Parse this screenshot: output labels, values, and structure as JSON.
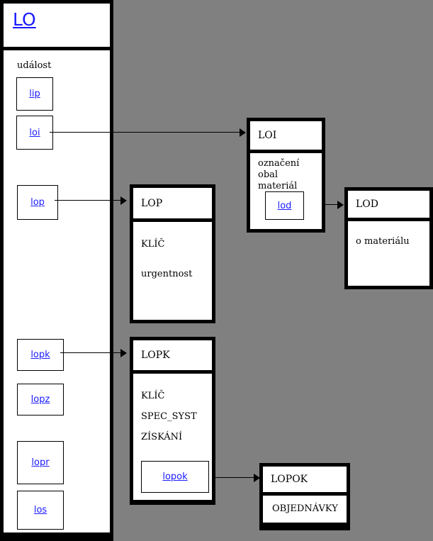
{
  "diagram": {
    "title": "LO",
    "background_color": "#808080",
    "panel_label": "událost",
    "link_color": "#1a1aff"
  },
  "left_panel": {
    "title_link": "LO",
    "section_label": "událost",
    "items": [
      {
        "label": "lip"
      },
      {
        "label": "loi"
      },
      {
        "label": "lop"
      },
      {
        "label": "lopk"
      },
      {
        "label": "lopz"
      },
      {
        "label": "lopr"
      },
      {
        "label": "los"
      }
    ]
  },
  "entities": [
    {
      "name": "LOI",
      "attributes": [
        "označení",
        "obal",
        "materiál"
      ],
      "nested_link": "lod"
    },
    {
      "name": "LOD",
      "attributes": [
        "o materiálu"
      ],
      "nested_link": null
    },
    {
      "name": "LOP",
      "attributes": [
        "KLÍČ",
        "urgentnost"
      ],
      "nested_link": null
    },
    {
      "name": "LOPK",
      "attributes": [
        "KLÍČ",
        "SPEC_SYST",
        "ZÍSKÁNÍ"
      ],
      "nested_link": "lopok"
    },
    {
      "name": "LOPOK",
      "attributes": [
        "OBJEDNÁVKY"
      ],
      "nested_link": null
    }
  ],
  "connections": [
    {
      "from": "loi",
      "to": "LOI"
    },
    {
      "from": "lop",
      "to": "LOP"
    },
    {
      "from": "lopk",
      "to": "LOPK"
    },
    {
      "from": "lod",
      "to": "LOD"
    },
    {
      "from": "lopok",
      "to": "LOPOK"
    }
  ]
}
